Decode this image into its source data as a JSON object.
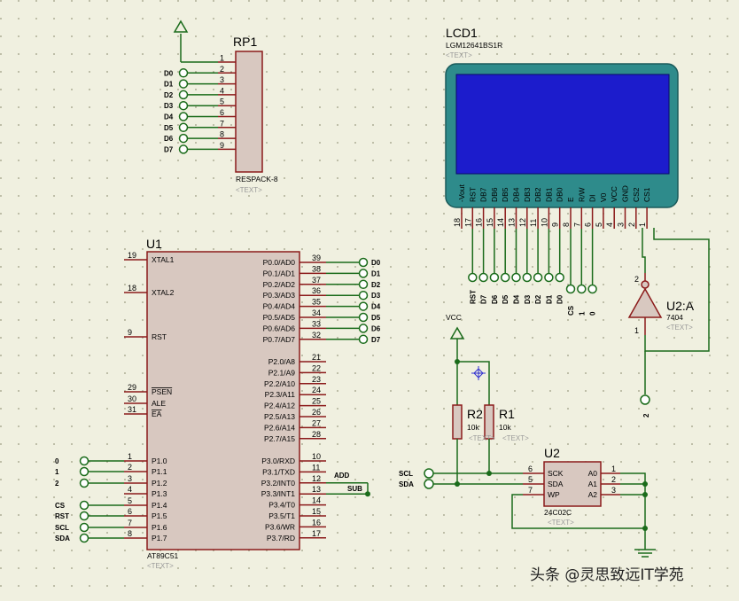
{
  "components": {
    "rp1": {
      "ref": "RP1",
      "part": "RESPACK-8",
      "hidden_text": "<TEXT>",
      "pins": [
        "1",
        "2",
        "3",
        "4",
        "5",
        "6",
        "7",
        "8",
        "9"
      ],
      "nets": [
        "D0",
        "D1",
        "D2",
        "D3",
        "D4",
        "D5",
        "D6",
        "D7"
      ]
    },
    "lcd1": {
      "ref": "LCD1",
      "part": "LGM12641BS1R",
      "hidden_text": "<TEXT>",
      "pins": [
        {
          "num": "18",
          "name": "-Vout"
        },
        {
          "num": "17",
          "name": "RST"
        },
        {
          "num": "16",
          "name": "DB7"
        },
        {
          "num": "15",
          "name": "DB6"
        },
        {
          "num": "14",
          "name": "DB5"
        },
        {
          "num": "13",
          "name": "DB4"
        },
        {
          "num": "12",
          "name": "DB3"
        },
        {
          "num": "11",
          "name": "DB2"
        },
        {
          "num": "10",
          "name": "DB1"
        },
        {
          "num": "9",
          "name": "DB0"
        },
        {
          "num": "8",
          "name": "E"
        },
        {
          "num": "7",
          "name": "R/W"
        },
        {
          "num": "6",
          "name": "DI"
        },
        {
          "num": "5",
          "name": "V0"
        },
        {
          "num": "4",
          "name": "VCC"
        },
        {
          "num": "3",
          "name": "GND"
        },
        {
          "num": "2",
          "name": "CS2"
        },
        {
          "num": "1",
          "name": "CS1"
        }
      ],
      "bottom_terminals": [
        "RST",
        "D7",
        "D6",
        "D5",
        "D4",
        "D3",
        "D2",
        "D1",
        "D0",
        "CS",
        "1",
        "0"
      ],
      "screen_color": "#1c1ccc",
      "frame_color": "#2e8b8b"
    },
    "u1": {
      "ref": "U1",
      "part": "AT89C51",
      "hidden_text": "<TEXT>",
      "left_pins": [
        {
          "num": "19",
          "name": "XTAL1"
        },
        {
          "num": "18",
          "name": "XTAL2"
        },
        {
          "num": "9",
          "name": "RST"
        },
        {
          "num": "29",
          "name": "PSEN"
        },
        {
          "num": "30",
          "name": "ALE"
        },
        {
          "num": "31",
          "name": "EA"
        },
        {
          "num": "1",
          "name": "P1.0"
        },
        {
          "num": "2",
          "name": "P1.1"
        },
        {
          "num": "3",
          "name": "P1.2"
        },
        {
          "num": "4",
          "name": "P1.3"
        },
        {
          "num": "5",
          "name": "P1.4"
        },
        {
          "num": "6",
          "name": "P1.5"
        },
        {
          "num": "7",
          "name": "P1.6"
        },
        {
          "num": "8",
          "name": "P1.7"
        }
      ],
      "right_pins": [
        {
          "num": "39",
          "name": "P0.0/AD0"
        },
        {
          "num": "38",
          "name": "P0.1/AD1"
        },
        {
          "num": "37",
          "name": "P0.2/AD2"
        },
        {
          "num": "36",
          "name": "P0.3/AD3"
        },
        {
          "num": "35",
          "name": "P0.4/AD4"
        },
        {
          "num": "34",
          "name": "P0.5/AD5"
        },
        {
          "num": "33",
          "name": "P0.6/AD6"
        },
        {
          "num": "32",
          "name": "P0.7/AD7"
        },
        {
          "num": "21",
          "name": "P2.0/A8"
        },
        {
          "num": "22",
          "name": "P2.1/A9"
        },
        {
          "num": "23",
          "name": "P2.2/A10"
        },
        {
          "num": "24",
          "name": "P2.3/A11"
        },
        {
          "num": "25",
          "name": "P2.4/A12"
        },
        {
          "num": "26",
          "name": "P2.5/A13"
        },
        {
          "num": "27",
          "name": "P2.6/A14"
        },
        {
          "num": "28",
          "name": "P2.7/A15"
        },
        {
          "num": "10",
          "name": "P3.0/RXD"
        },
        {
          "num": "11",
          "name": "P3.1/TXD"
        },
        {
          "num": "12",
          "name": "P3.2/INT0"
        },
        {
          "num": "13",
          "name": "P3.3/INT1"
        },
        {
          "num": "14",
          "name": "P3.4/T0"
        },
        {
          "num": "15",
          "name": "P3.5/T1"
        },
        {
          "num": "16",
          "name": "P3.6/WR"
        },
        {
          "num": "17",
          "name": "P3.7/RD"
        }
      ],
      "port0_nets": [
        "D0",
        "D1",
        "D2",
        "D3",
        "D4",
        "D5",
        "D6",
        "D7"
      ],
      "port1_nets": [
        "0",
        "1",
        "2",
        "",
        "CS",
        "RST",
        "SCL",
        "SDA"
      ],
      "int_labels": [
        "ADD",
        "SUB"
      ]
    },
    "u2a": {
      "ref": "U2:A",
      "part": "7404",
      "hidden_text": "<TEXT>",
      "pin_in": "1",
      "pin_out": "2",
      "terminal": "2"
    },
    "r1": {
      "ref": "R1",
      "value": "10k",
      "hidden_text": "<TEXT>"
    },
    "r2": {
      "ref": "R2",
      "value": "10k",
      "hidden_text": "<TEXT>"
    },
    "u2": {
      "ref": "U2",
      "part": "24C02C",
      "hidden_text": "<TEXT>",
      "left_pins": [
        {
          "num": "6",
          "name": "SCK"
        },
        {
          "num": "5",
          "name": "SDA"
        },
        {
          "num": "7",
          "name": "WP"
        }
      ],
      "right_pins": [
        {
          "num": "1",
          "name": "A0"
        },
        {
          "num": "2",
          "name": "A1"
        },
        {
          "num": "3",
          "name": "A2"
        }
      ],
      "nets": [
        "SCL",
        "SDA"
      ]
    },
    "vcc_label": "VCC"
  },
  "watermark": "头条 @灵思致远IT学苑",
  "colors": {
    "background": "#f0f0e0",
    "grid_dot": "#9a9a80",
    "wire": "#1a6b1a",
    "pin": "#8b1a1a",
    "body": "#d8c8c0",
    "body_border": "#8b1a1a"
  }
}
